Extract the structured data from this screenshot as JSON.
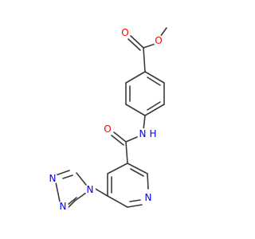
{
  "colors": {
    "bond": "#3a3a3a",
    "oxygen": "#ff0000",
    "nitrogen": "#0000ff"
  },
  "atoms": {
    "ester_o_single": "O",
    "ester_o_double": "O",
    "amide_o": "O",
    "amide_n": "N",
    "amide_h": "H",
    "pyridine_n": "N",
    "triazole_n1": "N",
    "triazole_n2": "N",
    "triazole_n3": "N"
  }
}
